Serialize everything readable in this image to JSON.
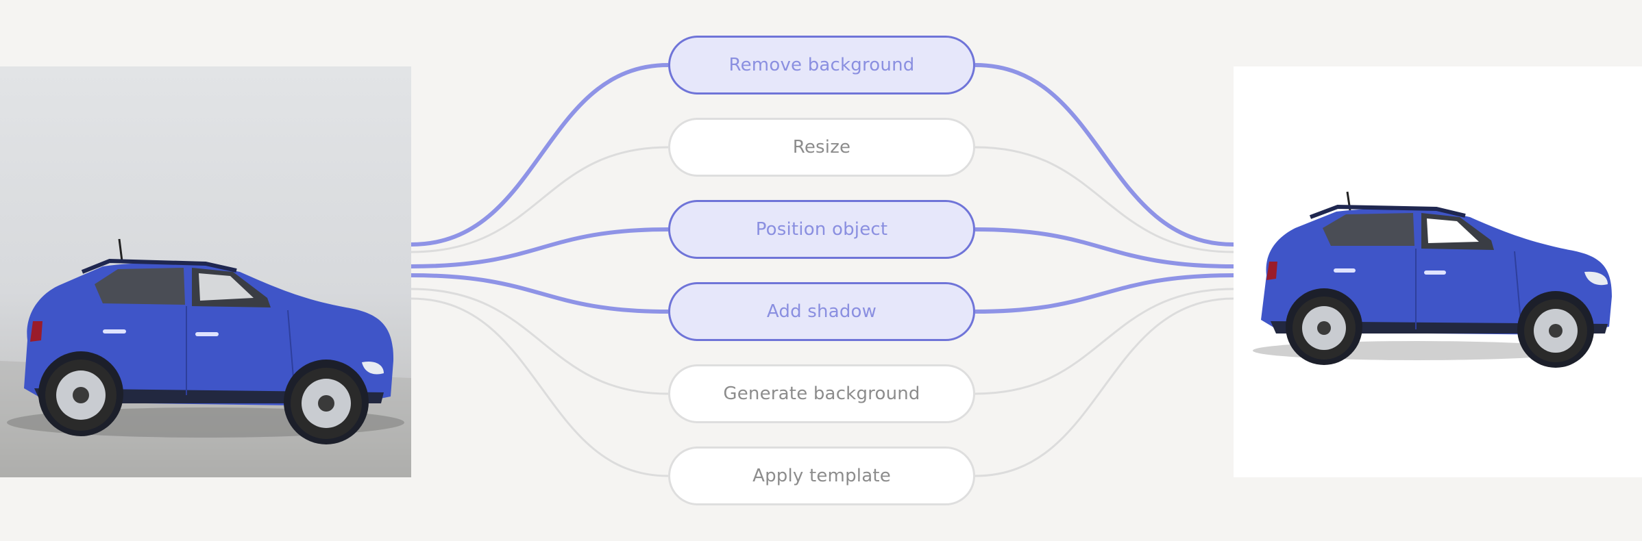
{
  "diagram": {
    "steps": [
      {
        "label": "Remove background",
        "active": true
      },
      {
        "label": "Resize",
        "active": false
      },
      {
        "label": "Position object",
        "active": true
      },
      {
        "label": "Add shadow",
        "active": true
      },
      {
        "label": "Generate background",
        "active": false
      },
      {
        "label": "Apply template",
        "active": false
      }
    ],
    "input_image": "car-photo-studio-gray-background",
    "output_image": "car-photo-white-background",
    "colors": {
      "active_line": "#8e93e6",
      "inactive_line": "#dcdcdc",
      "active_fill": "#e6e7fa",
      "active_border": "#6f74d8",
      "car_body": "#3f55c8",
      "background": "#f5f4f2"
    }
  }
}
